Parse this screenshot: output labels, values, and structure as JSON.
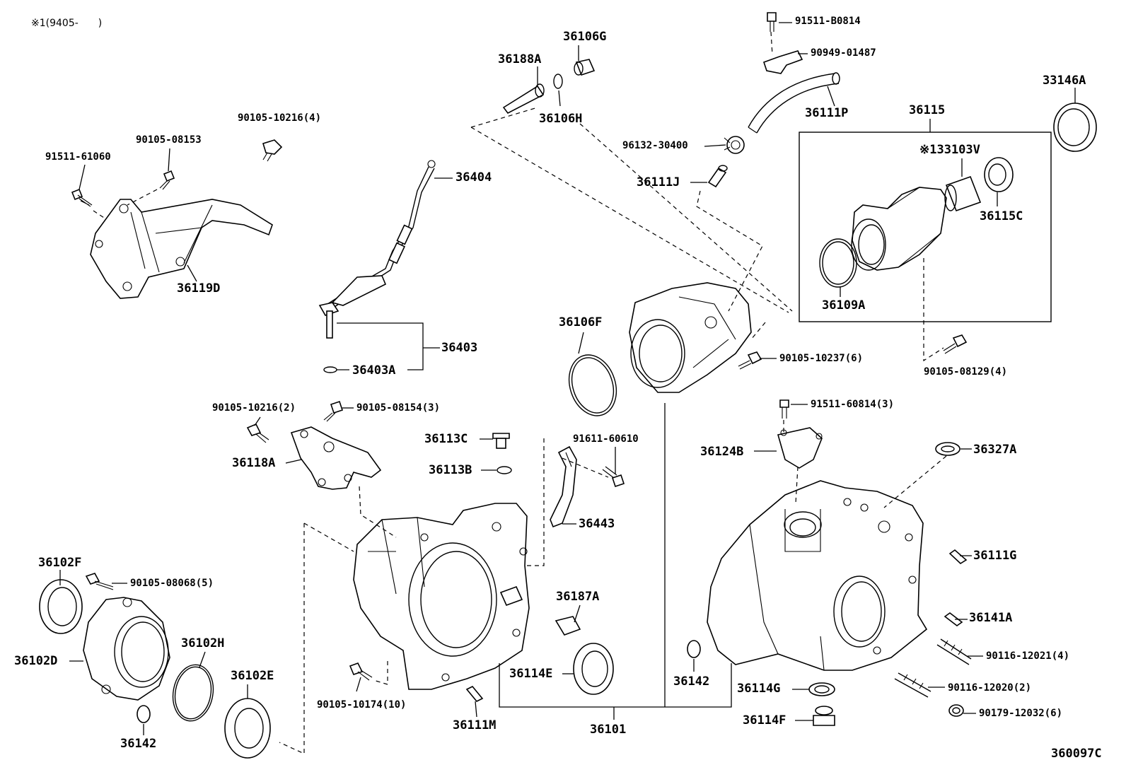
{
  "header": {
    "note": "※1(9405-　　)"
  },
  "footer": {
    "code": "360097C"
  },
  "labels": {
    "l36188A": "36188A",
    "l36106G": "36106G",
    "l36106H": "36106H",
    "l91511B0814": "91511-B0814",
    "l9094901487": "90949-01487",
    "l36111P": "36111P",
    "l33146A": "33146A",
    "l36115": "36115",
    "l33103V": "※133103V",
    "l36115C": "36115C",
    "l36109A": "36109A",
    "l9013230400": "96132-30400",
    "l36111J": "36111J",
    "l9010510216_4": "90105-10216(4)",
    "l9010508153": "90105-08153",
    "l9151161060": "91511-61060",
    "l36119D": "36119D",
    "l36404": "36404",
    "l36403": "36403",
    "l36403A": "36403A",
    "l36106F": "36106F",
    "l9010510237_6": "90105-10237(6)",
    "l9010508129_4": "90105-08129(4)",
    "l9010510216_2": "90105-10216(2)",
    "l9010508154_3": "90105-08154(3)",
    "l36118A": "36118A",
    "l36113C": "36113C",
    "l36113B": "36113B",
    "l9161160610": "91611-60610",
    "l36443": "36443",
    "l9151160814_3": "91511-60814(3)",
    "l36124B": "36124B",
    "l36327A": "36327A",
    "l36102F": "36102F",
    "l9010508068_5": "90105-08068(5)",
    "l36102D": "36102D",
    "l36102H": "36102H",
    "l36102E": "36102E",
    "l36142a": "36142",
    "l36187A": "36187A",
    "l36114E": "36114E",
    "l36142b": "36142",
    "l36111G": "36111G",
    "l36141A": "36141A",
    "l9011612021_4": "90116-12021(4)",
    "l9011612020_2": "90116-12020(2)",
    "l9017912032_6": "90179-12032(6)",
    "l36114G": "36114G",
    "l36114F": "36114F",
    "l9010510174_10": "90105-10174(10)",
    "l36111M": "36111M",
    "l36101": "36101"
  }
}
